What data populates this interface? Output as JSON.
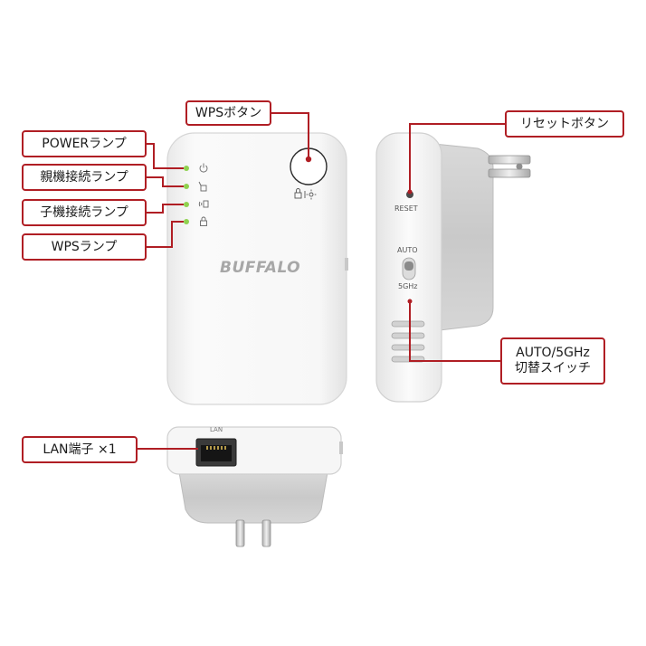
{
  "callouts": {
    "wps_button": "WPSボタン",
    "power_lamp": "POWERランプ",
    "parent_lamp": "親機接続ランプ",
    "child_lamp": "子機接続ランプ",
    "wps_lamp": "WPSランプ",
    "reset_button": "リセットボタン",
    "auto_switch_line1": "AUTO/5GHz",
    "auto_switch_line2": "切替スイッチ",
    "lan_port": "LAN端子 ×1"
  },
  "device": {
    "brand": "BUFFALO",
    "reset_text": "RESET",
    "auto_text": "AUTO",
    "ghz_text": "5GHz",
    "lan_text": "LAN"
  },
  "colors": {
    "callout_border": "#b01e24",
    "lamp_green": "#8fd14f",
    "device_white": "#f4f4f4"
  }
}
